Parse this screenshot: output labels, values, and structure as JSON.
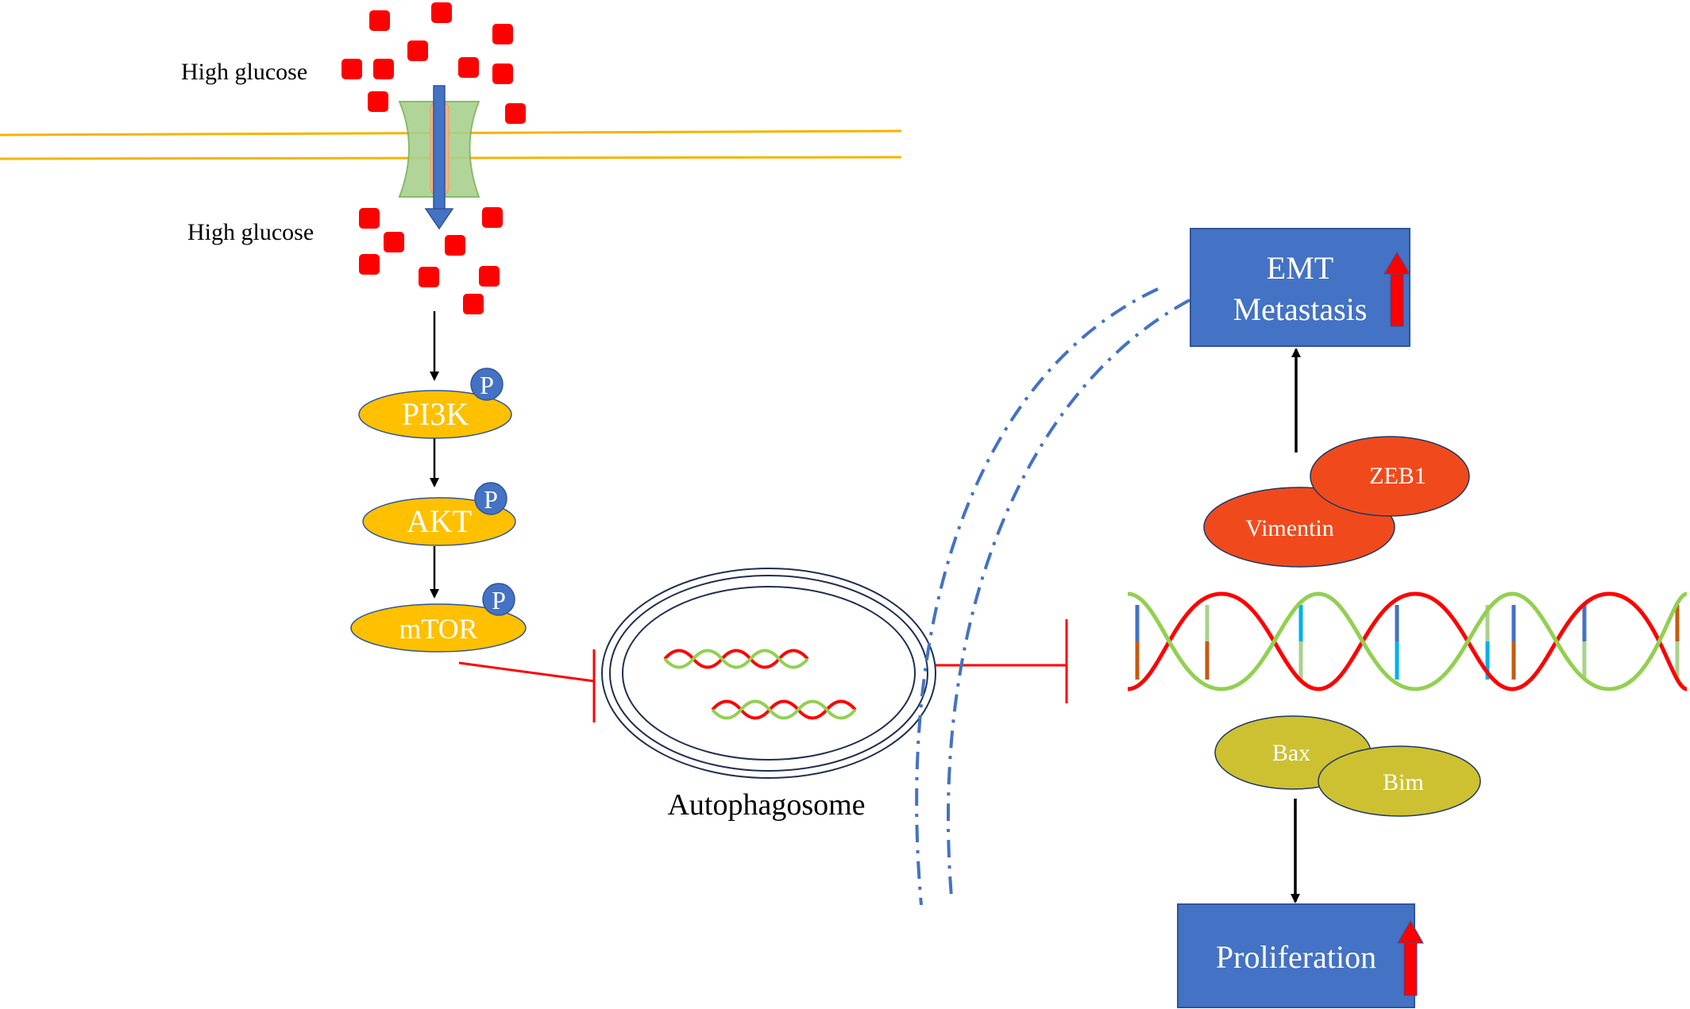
{
  "labels": {
    "glucose_outside": "High glucose",
    "glucose_inside": "High glucose",
    "pi3k": "PI3K",
    "akt": "AKT",
    "mtor": "mTOR",
    "phospho": "P",
    "autophagosome": "Autophagosome",
    "emt_line1": "EMT",
    "emt_line2": "Metastasis",
    "zeb1": "ZEB1",
    "vimentin": "Vimentin",
    "bax": "Bax",
    "bim": "Bim",
    "proliferation": "Proliferation"
  },
  "colors": {
    "membrane": "#f5b400",
    "channel": "#a9d18e",
    "channel_edge": "#7fb35c",
    "pore": "#f4b183",
    "flow_arrow": "#4472c4",
    "glucose": "#ff0000",
    "kinase": "#ffc000",
    "kinase_edge": "#2f5597",
    "phospho": "#4472c4",
    "inhibit": "#ff0000",
    "box": "#4472c4",
    "box_edge": "#2f5597",
    "up_arrow": "#ff0000",
    "emt_tf": "#f04a1c",
    "bcl2": "#cdc132",
    "dna_red": "#ff0000",
    "dna_green": "#92d050",
    "dashed_boundary": "#4472c4"
  },
  "icons": {
    "glucose_molecule": "red-square",
    "transporter": "glut-transporter-icon",
    "dna": "dna-double-helix-icon",
    "upregulation": "red-up-arrow-icon"
  }
}
